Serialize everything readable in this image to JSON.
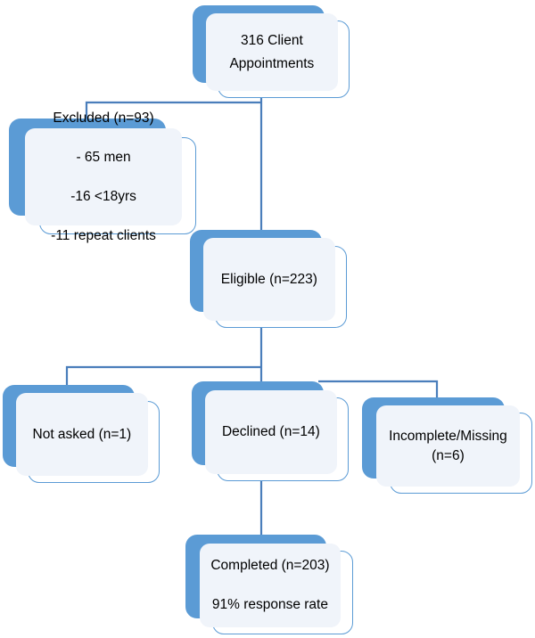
{
  "diagram": {
    "type": "flowchart",
    "title": "Client appointment participant flow",
    "colors": {
      "shadow_blue": "#5B9BD5",
      "box_border": "#5B9BD5",
      "box_fill": "#F0F4FA",
      "box_front_fill": "#FFFFFF",
      "connector": "#4A7EBB",
      "text": "#000000",
      "background": "#FFFFFF"
    },
    "nodes": [
      {
        "id": "appointments",
        "label": "316 Client\nAppointments",
        "count": 316
      },
      {
        "id": "excluded",
        "label": "Excluded (n=93)\n\n- 65 men\n\n-16 <18yrs\n\n-11 repeat clients",
        "count": 93
      },
      {
        "id": "eligible",
        "label": "Eligible (n=223)",
        "count": 223
      },
      {
        "id": "not-asked",
        "label": "Not asked (n=1)",
        "count": 1
      },
      {
        "id": "declined",
        "label": "Declined (n=14)",
        "count": 14
      },
      {
        "id": "incomplete",
        "label": "Incomplete/Missing\n(n=6)",
        "count": 6
      },
      {
        "id": "completed",
        "label": "Completed (n=203)\n\n91% response rate",
        "count": 203,
        "response_rate": "91%"
      }
    ],
    "edges": [
      {
        "from": "appointments",
        "to": "excluded"
      },
      {
        "from": "appointments",
        "to": "eligible"
      },
      {
        "from": "eligible",
        "to": "not-asked"
      },
      {
        "from": "eligible",
        "to": "declined"
      },
      {
        "from": "declined",
        "to": "incomplete"
      },
      {
        "from": "declined",
        "to": "completed"
      }
    ]
  }
}
